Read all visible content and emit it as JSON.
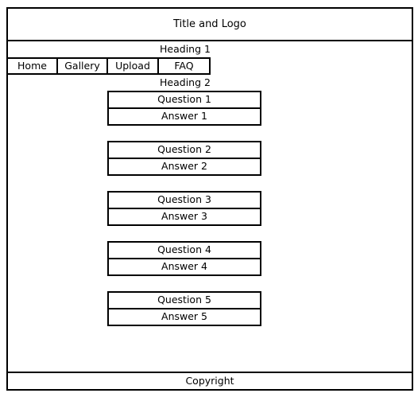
{
  "header": {
    "title": "Title and Logo"
  },
  "headings": {
    "heading1": "Heading 1",
    "heading2": "Heading 2"
  },
  "nav": {
    "items": [
      {
        "label": "Home"
      },
      {
        "label": "Gallery"
      },
      {
        "label": "Upload"
      },
      {
        "label": "FAQ"
      }
    ]
  },
  "faq": {
    "items": [
      {
        "question": "Question 1",
        "answer": "Answer 1"
      },
      {
        "question": "Question 2",
        "answer": "Answer 2"
      },
      {
        "question": "Question 3",
        "answer": "Answer 3"
      },
      {
        "question": "Question 4",
        "answer": "Answer 4"
      },
      {
        "question": "Question 5",
        "answer": "Answer 5"
      }
    ]
  },
  "footer": {
    "copyright": "Copyright"
  }
}
